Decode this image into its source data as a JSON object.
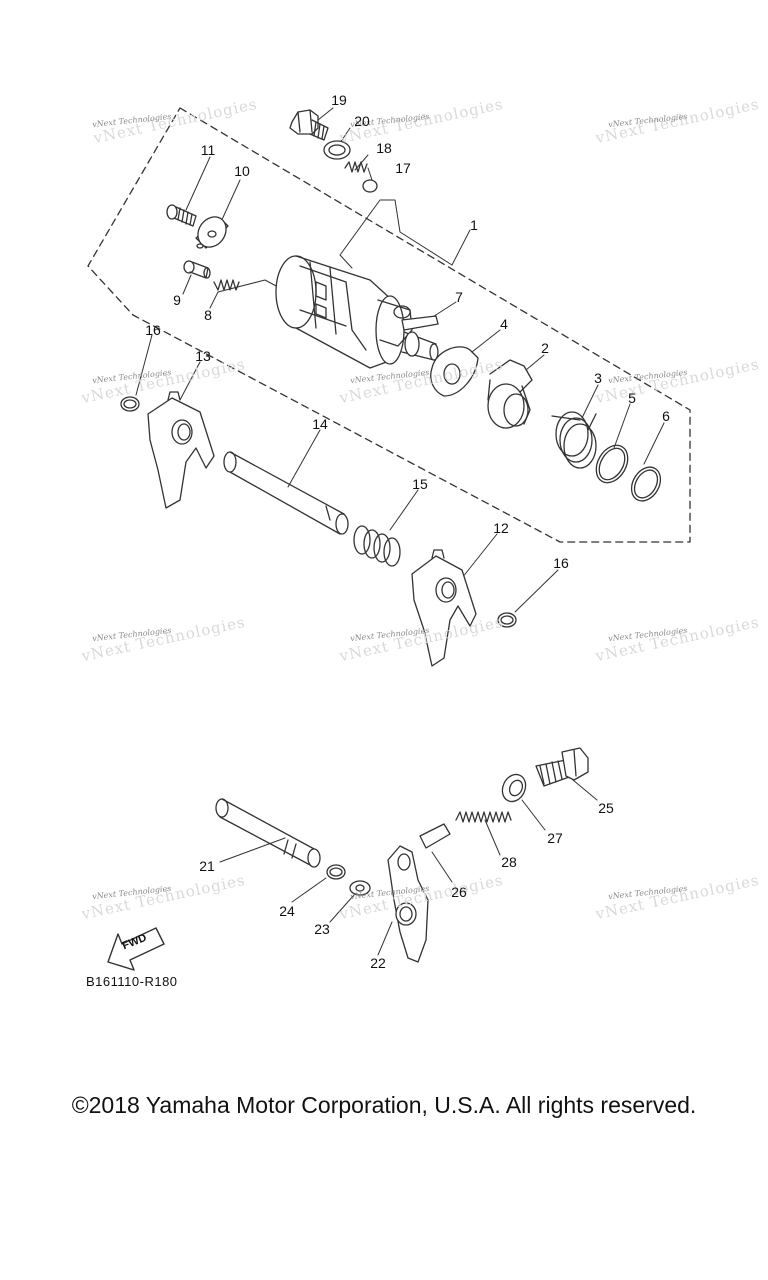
{
  "diagram": {
    "drawing_code": "B161110-R180",
    "direction_label": "FWD",
    "copyright": "©2018 Yamaha Motor Corporation, U.S.A. All rights reserved.",
    "watermark_text": "vNext Technologies",
    "part_numbers": [
      "1",
      "2",
      "3",
      "4",
      "5",
      "6",
      "7",
      "8",
      "9",
      "10",
      "11",
      "12",
      "13",
      "14",
      "15",
      "16",
      "16",
      "17",
      "18",
      "19",
      "20",
      "21",
      "22",
      "23",
      "24",
      "25",
      "26",
      "27",
      "28"
    ],
    "colors": {
      "line": "#333333",
      "text": "#111111",
      "watermark": "#8a8a8a"
    }
  }
}
